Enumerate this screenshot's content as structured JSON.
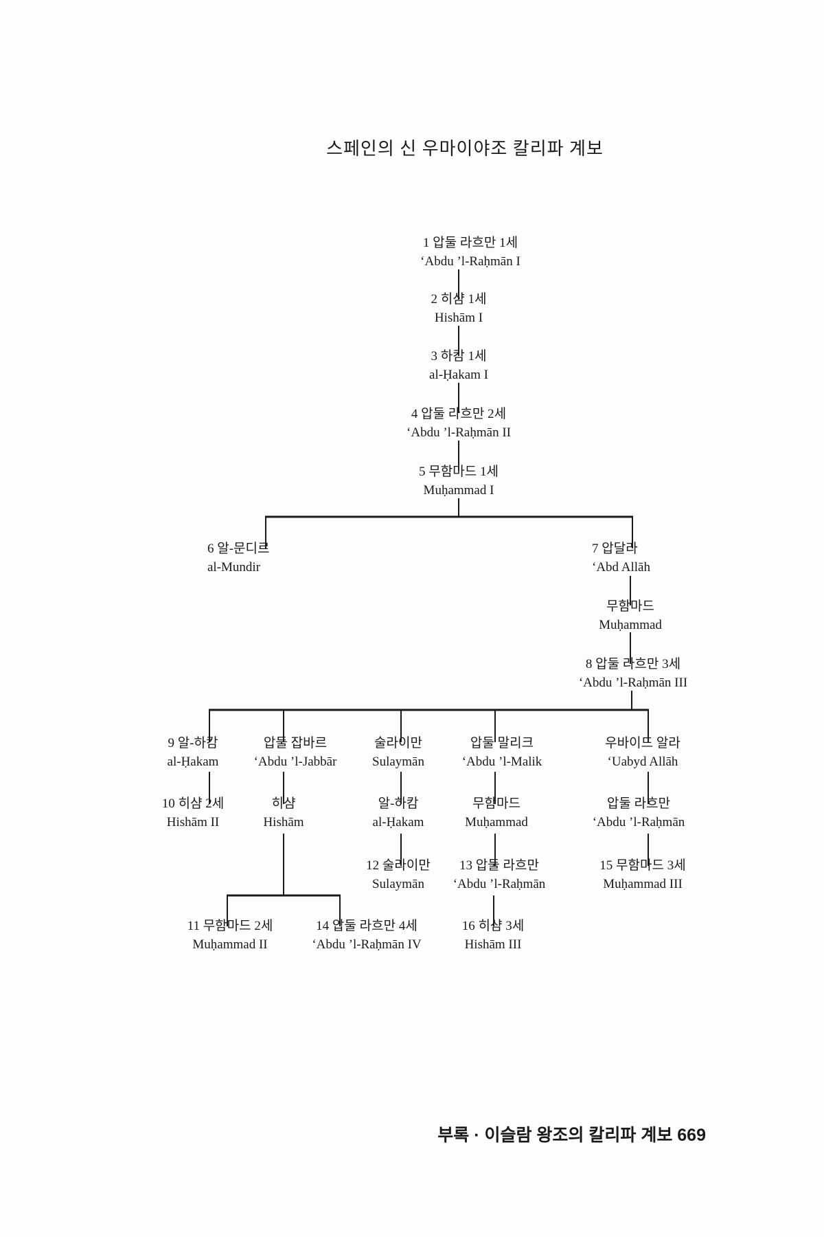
{
  "title": "스페인의 신 우마이야조 칼리파 계보",
  "nodes": [
    {
      "ko": "1 압둘 라흐만 1세",
      "en": "‘Abdu  ’l-Raḥmān I"
    },
    {
      "ko": "2 히샴 1세",
      "en": "Hishām I"
    },
    {
      "ko": "3 하캄 1세",
      "en": "al-Ḥakam I"
    },
    {
      "ko": "4 압둘 라흐만 2세",
      "en": "‘Abdu ’l-Raḥmān II"
    },
    {
      "ko": "5 무함마드 1세",
      "en": "Muḥammad I"
    },
    {
      "ko": "6 알-문디르",
      "en": "al-Mundir"
    },
    {
      "ko": "7 압달라",
      "en": "‘Abd Allāh"
    },
    {
      "ko": "무함마드",
      "en": "Muḥammad"
    },
    {
      "ko": "8 압둘 라흐만 3세",
      "en": "‘Abdu  ’l-Raḥmān III"
    },
    {
      "ko": "9 알-하캄",
      "en": "al-Ḥakam"
    },
    {
      "ko": "압둘 잡바르",
      "en": "‘Abdu ’l-Jabbār"
    },
    {
      "ko": "술라이만",
      "en": "Sulaymān"
    },
    {
      "ko": "압둘  말리크",
      "en": "‘Abdu ’l-Malik"
    },
    {
      "ko": "우바이드 알라",
      "en": "‘Uabyd Allāh"
    },
    {
      "ko": "10  히샴 2세",
      "en": "Hishām II"
    },
    {
      "ko": "히샴",
      "en": "Hishām"
    },
    {
      "ko": "알-하캄",
      "en": "al-Ḥakam"
    },
    {
      "ko": "무함마드",
      "en": "Muḥammad"
    },
    {
      "ko": "압둘 라흐만",
      "en": "‘Abdu ’l-Raḥmān"
    },
    {
      "ko": "12 술라이만",
      "en": "Sulaymān"
    },
    {
      "ko": "13 압둘 라흐만",
      "en": "‘Abdu ’l-Raḥmān"
    },
    {
      "ko": "15 무함마드 3세",
      "en": "Muḥammad III"
    },
    {
      "ko": "11 무함마드 2세",
      "en": "Muḥammad II"
    },
    {
      "ko": "14  압둘 라흐만 4세",
      "en": "‘Abdu ’l-Raḥmān  IV"
    },
    {
      "ko": "16 히샴 3세",
      "en": "Hishām III"
    }
  ],
  "footer": {
    "text": "부록 · 이슬람 왕조의 칼리파 계보",
    "page": "669"
  }
}
